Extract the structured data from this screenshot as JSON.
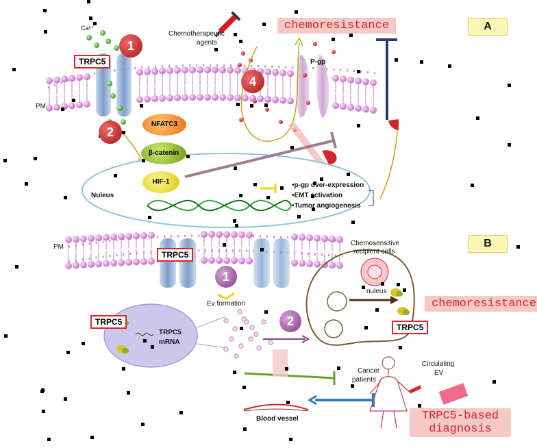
{
  "panel_a": {
    "tag": "A",
    "ca_label": "Ca²⁺",
    "trpc5_label": "TRPC5",
    "chemo_agents": [
      "Chemotherapeutic",
      "agents"
    ],
    "chemoresistance": "chemoresistance",
    "pgp_label": "P-gp",
    "pm_label": "PM",
    "nfatc3": "NFATC3",
    "beta_catenin": "β-catenin",
    "hif1": "HIF-1",
    "nucleus_label": "Nuleus",
    "outcomes": [
      "•p-gp over-expression",
      "•EMT activation",
      "•Tumor angiogenesis"
    ],
    "steps": [
      "1",
      "2",
      "4"
    ]
  },
  "panel_b": {
    "tag": "B",
    "pm_label": "PM",
    "trpc5_label": "TRPC5",
    "ev_formation": "Ev formation",
    "step1": "1",
    "step2": "2",
    "ev_trpc5": "TRPC5",
    "ev_mrna": [
      "TRPC5",
      "mRNA"
    ],
    "recipient": [
      "Chemosensitive",
      "recipient cells"
    ],
    "nucleus_label": "nuleus",
    "chemoresistance": "chemoresistance",
    "recipient_trpc5": "TRPC5",
    "cancer_patients": [
      "Cancer",
      "patients"
    ],
    "circulating_ev": [
      "Circulating",
      "EV"
    ],
    "blood_vessel": "Blood vessel",
    "diagnosis": [
      "TRPC5-based",
      "diagnosis"
    ]
  },
  "colors": {
    "membrane": "#d98ad8",
    "banner_bg": "#f4c9c6",
    "banner_text": "#d8262b",
    "step_red": "#c8252a",
    "step_purple": "#9c5aa0",
    "tag_bg": "#fbf6b4"
  }
}
